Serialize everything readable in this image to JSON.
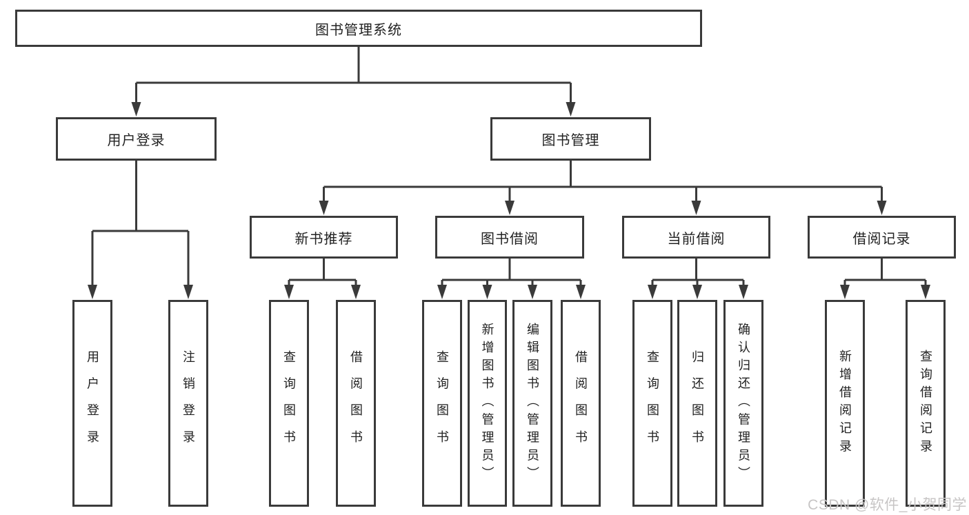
{
  "diagram": {
    "type": "tree",
    "nodes": {
      "root": {
        "label": "图书管理系统"
      },
      "user_login": {
        "label": "用户登录"
      },
      "book_mgmt": {
        "label": "图书管理"
      },
      "new_book_rec": {
        "label": "新书推荐"
      },
      "book_borrow": {
        "label": "图书借阅"
      },
      "current_borrow": {
        "label": "当前借阅"
      },
      "borrow_records": {
        "label": "借阅记录"
      },
      "leaf_user_login": {
        "label": "用户登录"
      },
      "leaf_logout": {
        "label": "注销登录"
      },
      "leaf_nb_query": {
        "label": "查询图书"
      },
      "leaf_nb_borrow": {
        "label": "借阅图书"
      },
      "leaf_bb_query": {
        "label": "查询图书"
      },
      "leaf_bb_add": {
        "label": "新增图书（管理员）"
      },
      "leaf_bb_edit": {
        "label": "编辑图书（管理员）"
      },
      "leaf_bb_borrow": {
        "label": "借阅图书"
      },
      "leaf_cb_query": {
        "label": "查询图书"
      },
      "leaf_cb_return": {
        "label": "归还图书"
      },
      "leaf_cb_confirm": {
        "label": "确认归还（管理员）"
      },
      "leaf_br_add": {
        "label": "新增借阅记录"
      },
      "leaf_br_query": {
        "label": "查询借阅记录"
      }
    },
    "edges": [
      {
        "parent": "root",
        "children": [
          "user_login",
          "book_mgmt"
        ]
      },
      {
        "parent": "user_login",
        "children": [
          "leaf_user_login",
          "leaf_logout"
        ]
      },
      {
        "parent": "book_mgmt",
        "children": [
          "new_book_rec",
          "book_borrow",
          "current_borrow",
          "borrow_records"
        ]
      },
      {
        "parent": "new_book_rec",
        "children": [
          "leaf_nb_query",
          "leaf_nb_borrow"
        ]
      },
      {
        "parent": "book_borrow",
        "children": [
          "leaf_bb_query",
          "leaf_bb_add",
          "leaf_bb_edit",
          "leaf_bb_borrow"
        ]
      },
      {
        "parent": "current_borrow",
        "children": [
          "leaf_cb_query",
          "leaf_cb_return",
          "leaf_cb_confirm"
        ]
      },
      {
        "parent": "borrow_records",
        "children": [
          "leaf_br_add",
          "leaf_br_query"
        ]
      }
    ],
    "watermark": "CSDN @软件_小贺同学",
    "colors": {
      "line": "#3a3a3a",
      "box_border": "#3a3a3a",
      "box_fill": "#ffffff",
      "text": "#222222",
      "watermark": "#c7c5c5",
      "background": "#ffffff"
    }
  }
}
